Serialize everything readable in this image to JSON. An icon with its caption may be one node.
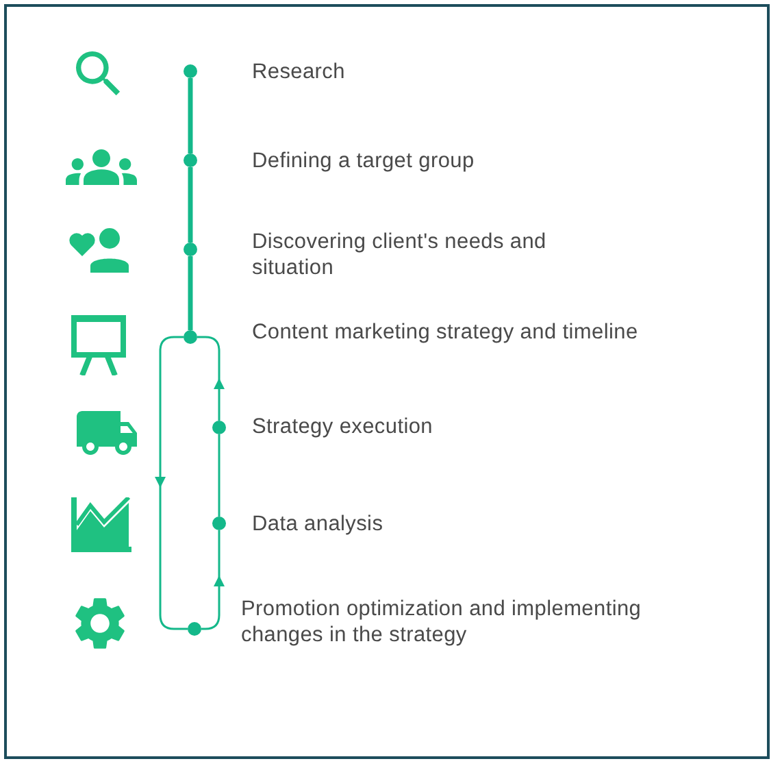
{
  "diagram": {
    "nodes": [
      {
        "text": [],
        "shape": "circle",
        "beside": [
          "Research"
        ]
      },
      {
        "text": [],
        "shape": "circle",
        "beside": [
          "Defining a target group"
        ]
      },
      {
        "text": [],
        "shape": "circle",
        "beside": [
          "Discovering client's needs and situation"
        ]
      },
      {
        "text": [],
        "shape": "circle",
        "beside": [
          "Content marketing strategy and timeline"
        ]
      },
      {
        "text": [],
        "shape": "circle",
        "beside": [
          "Strategy execution"
        ]
      },
      {
        "text": [],
        "shape": "circle",
        "beside": [
          "Data analysis"
        ]
      },
      {
        "text": [],
        "shape": "circle",
        "beside": [
          "Promotion optimization and implementing changes in the strategy"
        ]
      }
    ],
    "edges": [
      {
        "from": 0,
        "to": 1,
        "arrow": "none",
        "style": "thick"
      },
      {
        "from": 1,
        "to": 2,
        "arrow": "none",
        "style": "thick"
      },
      {
        "from": 2,
        "to": 3,
        "arrow": "none",
        "style": "thick"
      },
      {
        "from": 3,
        "to": 6,
        "arrow": "to"
      },
      {
        "from": 6,
        "to": 5,
        "arrow": "to"
      },
      {
        "from": 5,
        "to": 4,
        "arrow": "none"
      },
      {
        "from": 4,
        "to": 3,
        "arrow": "to"
      }
    ]
  }
}
